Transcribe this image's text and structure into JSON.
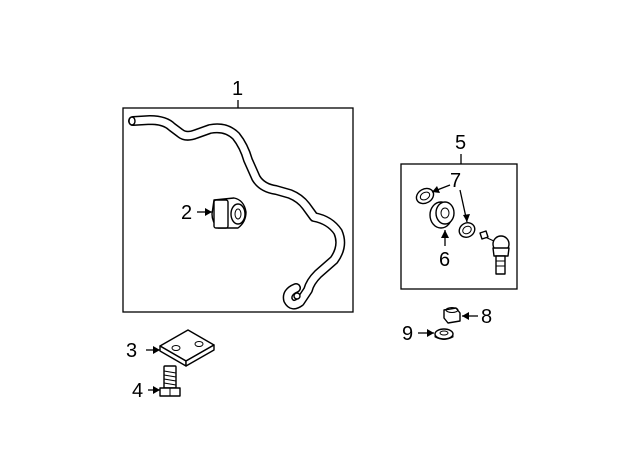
{
  "callouts": {
    "c1": "1",
    "c2": "2",
    "c3": "3",
    "c4": "4",
    "c5": "5",
    "c6": "6",
    "c7": "7",
    "c8": "8",
    "c9": "9"
  },
  "parts": {
    "stabilizer_bar": "stabilizer-bar",
    "bushing": "bushing",
    "bracket": "bracket",
    "bolt": "bolt",
    "link_assembly": "stabilizer-link-assembly",
    "link_bushing": "link-bushing",
    "washer": "washer",
    "nut": "nut",
    "lock_washer": "washer"
  },
  "colors": {
    "line": "#000000",
    "background": "#ffffff"
  }
}
